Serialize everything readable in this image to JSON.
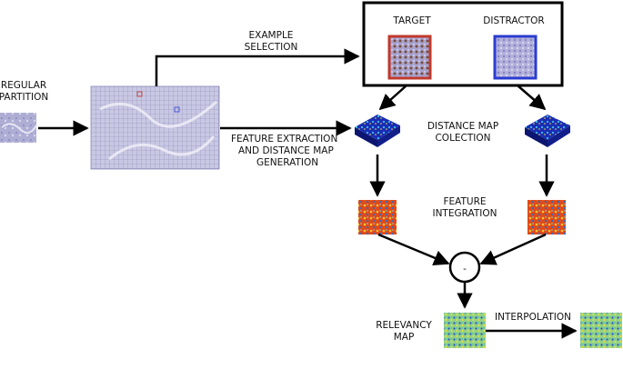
{
  "labels": {
    "regular_partition_1": "REGULAR",
    "regular_partition_2": "PARTITION",
    "example_selection_1": "EXAMPLE",
    "example_selection_2": "SELECTION",
    "target": "TARGET",
    "distractor": "DISTRACTOR",
    "distance_map_1": "DISTANCE MAP",
    "distance_map_2": "COLECTION",
    "feature_extraction_1": "FEATURE EXTRACTION",
    "feature_extraction_2": "AND DISTANCE MAP",
    "feature_extraction_3": "GENERATION",
    "feature_integration_1": "FEATURE",
    "feature_integration_2": "INTEGRATION",
    "minus": "-",
    "relevancy_map_1": "RELEVANCY",
    "relevancy_map_2": "MAP",
    "interpolation": "INTERPOLATION"
  },
  "colors": {
    "tissue": "#b7b6d8",
    "grid": "#8a89b8",
    "target_border": "#c0392b",
    "distractor_border": "#2b3ccf",
    "dist_map": "#1c2fb8",
    "feature_map": "#e0451c",
    "relevancy_map": "#8fd18a"
  }
}
